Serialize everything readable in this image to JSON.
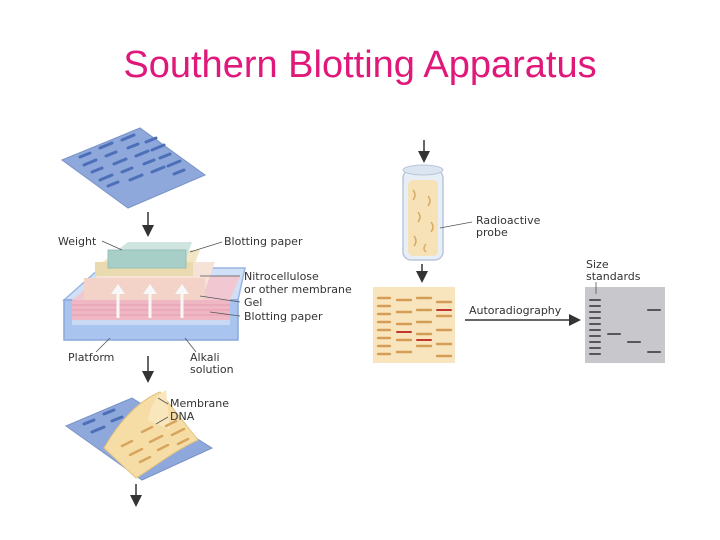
{
  "title": "Southern Blotting Apparatus",
  "colors": {
    "title": "#e0187a",
    "gel_blue": "#8fa8dc",
    "band_blue": "#4d6fb8",
    "paper_yellow": "#f6dca5",
    "pink": "#f1c7d2",
    "tray": "#a9c4ee",
    "film_gray": "#c8c8cc",
    "arrow": "#333333"
  },
  "labels": {
    "weight": "Weight",
    "blotting_paper_top": "Blotting paper",
    "nitrocellulose_1": "Nitrocellulose",
    "nitrocellulose_2": "or other membrane",
    "gel": "Gel",
    "blotting_paper_bottom": "Blotting paper",
    "platform": "Platform",
    "alkali_1": "Alkali",
    "alkali_2": "solution",
    "membrane": "Membrane",
    "dna": "DNA",
    "radioactive_1": "Radioactive",
    "radioactive_2": "probe",
    "autoradiography": "Autoradiography",
    "size_1": "Size",
    "size_2": "standards"
  }
}
